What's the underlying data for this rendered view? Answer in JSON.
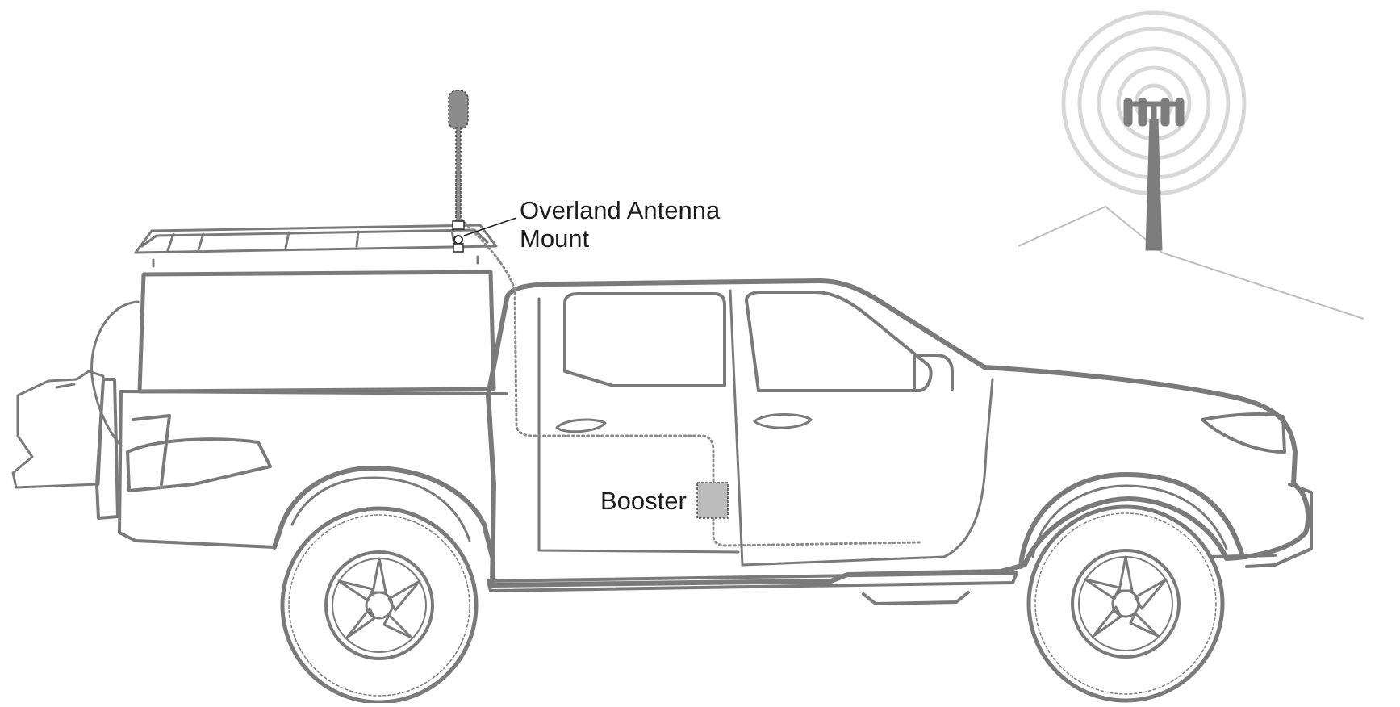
{
  "labels": {
    "antenna_mount_line1": "Overland Antenna",
    "antenna_mount_line2": "Mount",
    "booster": "Booster"
  },
  "colors": {
    "background": "#ffffff",
    "truck_outline": "#7a7a7a",
    "tower_signal": "#d6d6d6",
    "tower": "#7d7d7d",
    "hills": "#bdbdbd",
    "cable": "#8a8a8a",
    "booster_fill": "#bcbcbc",
    "antenna_fill": "#8c8c8c",
    "label_text": "#1c1c1c"
  },
  "icons": {
    "cell_tower": "cell-tower-icon",
    "antenna": "antenna-icon",
    "booster": "booster-icon"
  }
}
